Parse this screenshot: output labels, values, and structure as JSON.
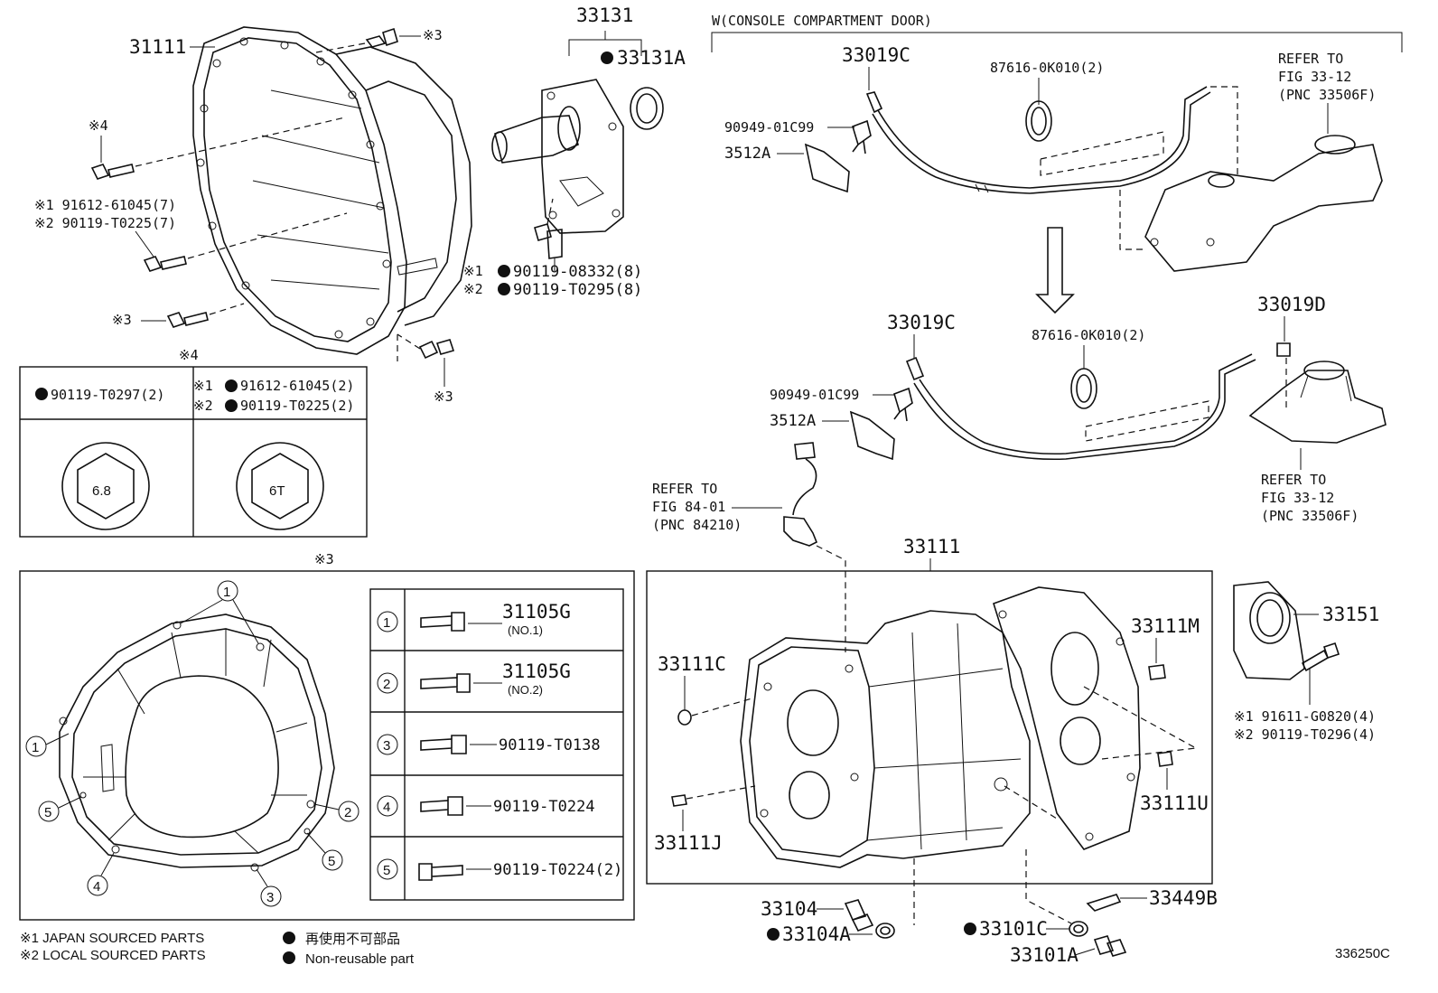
{
  "diagram": {
    "fig_code": "336250C",
    "top_parts": {
      "bell_housing": "31111",
      "bolt_bell_1": "※1 91612-61045(7)",
      "bolt_bell_2": "※2 90119-T0225(7)",
      "mark_3_a": "※3",
      "mark_3_b": "※3",
      "mark_3_c": "※3",
      "mark_4": "※4",
      "retainer": "33131",
      "retainer_seal": "33131A",
      "retainer_bolt_1": "90119-08332(8)",
      "retainer_bolt_1_prefix": "※1",
      "retainer_bolt_2": "90119-T0295(8)",
      "retainer_bolt_2_prefix": "※2"
    },
    "console_section": {
      "title": "W(CONSOLE COMPARTMENT DOOR)",
      "hose_upper": "33019C",
      "clamp_upper": "87616-0K010(2)",
      "clip_upper": "90949-01C99",
      "bracket_upper": "3512A",
      "refer_upper": [
        "REFER TO",
        "FIG 33-12",
        "(PNC 33506F)"
      ],
      "hose_lower": "33019C",
      "clamp_lower": "87616-0K010(2)",
      "clip_lower": "90949-01C99",
      "bracket_lower": "3512A",
      "breather": "33019D",
      "refer_lower": [
        "REFER TO",
        "FIG 33-12",
        "(PNC 33506F)"
      ]
    },
    "sensor_ref": [
      "REFER TO",
      "FIG 84-01",
      "(PNC 84210)"
    ],
    "table4": {
      "header": "※4",
      "col1_title": "90119-T0297(2)",
      "col2_line1_prefix": "※1",
      "col2_line1": "91612-61045(2)",
      "col2_line2_prefix": "※2",
      "col2_line2": "90119-T0225(2)",
      "hex1": "6.8",
      "hex2": "6T"
    },
    "table3": {
      "header": "※3",
      "rows": [
        {
          "num": "1",
          "part": "31105G",
          "note": "(NO.1)"
        },
        {
          "num": "2",
          "part": "31105G",
          "note": "(NO.2)"
        },
        {
          "num": "3",
          "part": "90119-T0138",
          "note": ""
        },
        {
          "num": "4",
          "part": "90119-T0224",
          "note": ""
        },
        {
          "num": "5",
          "part": "90119-T0224(2)",
          "note": ""
        }
      ],
      "callouts": [
        "1",
        "1",
        "2",
        "5",
        "5",
        "4",
        "3"
      ]
    },
    "case_section": {
      "case": "33111",
      "pin_c": "33111C",
      "pin_j": "33111J",
      "pin_m": "33111M",
      "pin_u": "33111U",
      "plate": "33151",
      "plate_bolt_1": "※1 91611-G0820(4)",
      "plate_bolt_2": "※2 90119-T0296(4)",
      "plug_1": "33104",
      "gasket_1": "33104A",
      "gasket_2": "33101C",
      "plug_2": "33101A",
      "bracket": "33449B"
    },
    "legend": {
      "jp": "※1 JAPAN SOURCED PARTS",
      "local": "※2 LOCAL SOURCED PARTS",
      "nr_jp": "再使用不可部品",
      "nr_en": "Non-reusable part"
    }
  }
}
